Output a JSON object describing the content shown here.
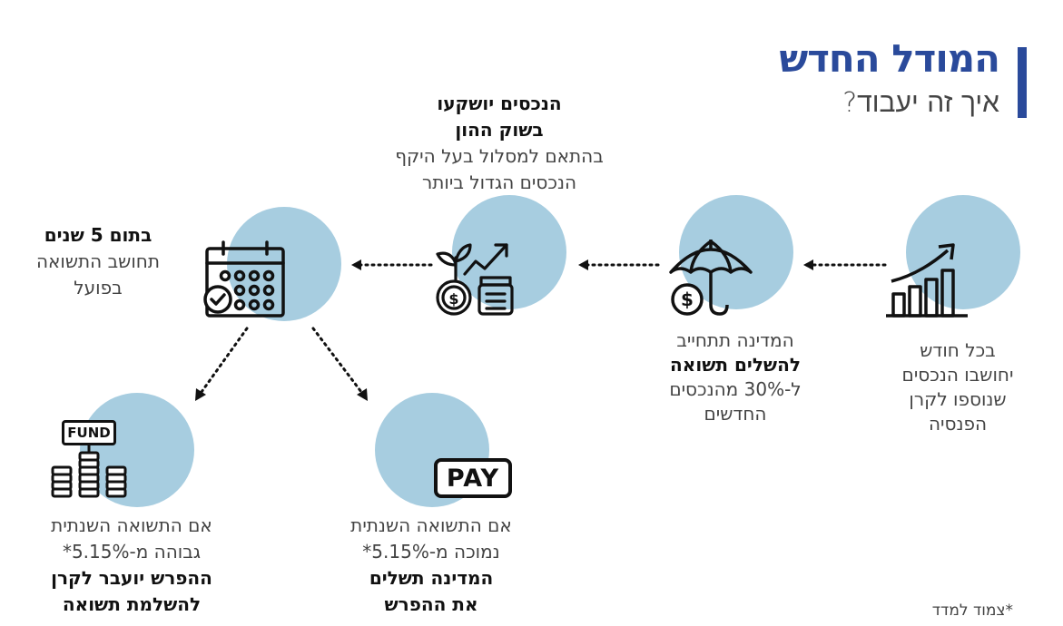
{
  "header": {
    "title": "המודל החדש",
    "subtitle": "איך זה יעבוד?"
  },
  "steps": {
    "monthly": {
      "lines": [
        "בכל חודש",
        "יחושבו הנכסים",
        "שנוספו לקרן",
        "הפנסיה"
      ]
    },
    "state": {
      "line1": "המדינה תתחייב",
      "bold": "להשלים תשואה",
      "line3": "ל-30% מהנכסים",
      "line4": "החדשים"
    },
    "invest": {
      "bold1": "הנכסים יושקעו",
      "bold2": "בשוק ההון",
      "line3": "בהתאם למסלול בעל היקף",
      "line4": "הנכסים הגדול ביותר"
    },
    "five_years": {
      "bold": "בתום 5 שנים",
      "line2": "תחושב התשואה",
      "line3": "בפועל"
    },
    "low": {
      "line1": "אם התשואה השנתית",
      "line2": "נמוכה מ-5.15%*",
      "bold1": "המדינה תשלים",
      "bold2": "את ההפרש"
    },
    "high": {
      "line1": "אם התשואה השנתית",
      "line2": "גבוהה מ-5.15%*",
      "bold1": "ההפרש יועבר לקרן",
      "bold2": "להשלמת תשואה"
    }
  },
  "icons": {
    "fund_label": "FUND",
    "pay_label": "PAY",
    "names": [
      "chart-growth-icon",
      "umbrella-dollar-icon",
      "plant-coins-icon",
      "calendar-check-icon",
      "pay-icon",
      "fund-coins-icon"
    ]
  },
  "footnote": "*צמוד למדד",
  "colors": {
    "title": "#2a4a9b",
    "circle": "#a7cde0"
  }
}
